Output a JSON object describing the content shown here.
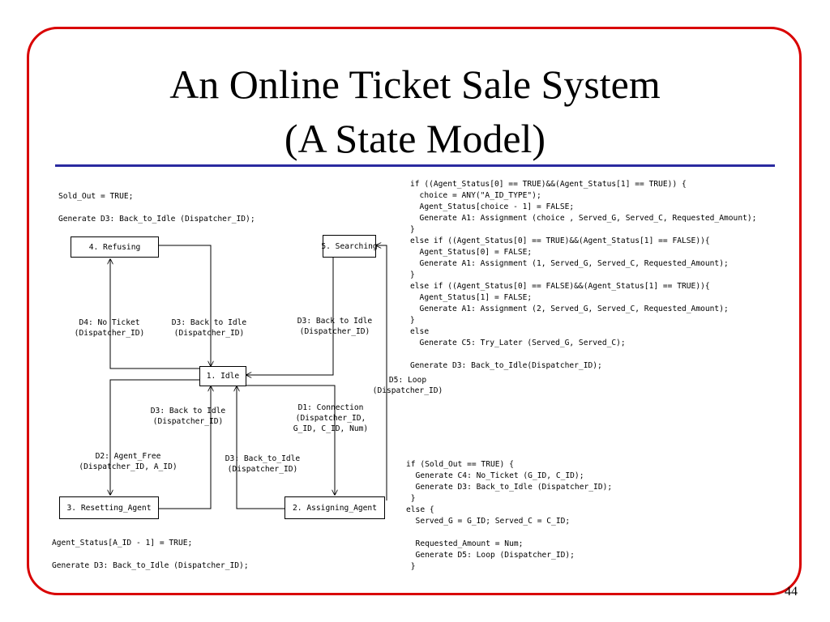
{
  "slide": {
    "title_line1": "An Online Ticket Sale System",
    "title_line2": "(A State Model)",
    "page_number": "44"
  },
  "states": {
    "refusing": "4. Refusing",
    "searching": "5. Searching",
    "idle": "1. Idle",
    "resetting_agent": "3. Resetting_Agent",
    "assigning_agent": "2. Assigning_Agent"
  },
  "transitions": {
    "d4_no_ticket": "D4: No Ticket\n(Dispatcher_ID)",
    "d3_refusing_to_idle": "D3: Back to Idle\n(Dispatcher_ID)",
    "d3_searching_to_idle": "D3: Back to Idle\n(Dispatcher_ID)",
    "d5_loop": "D5: Loop\n(Dispatcher_ID)",
    "d3_resetting_to_idle": "D3: Back to Idle\n(Dispatcher_ID)",
    "d1_connection": "D1: Connection\n(Dispatcher_ID,\nG_ID, C_ID, Num)",
    "d2_agent_free": "D2: Agent_Free\n(Dispatcher_ID, A_ID)",
    "d3_assigning_to_idle": "D3: Back_to_Idle\n(Dispatcher_ID)"
  },
  "code": {
    "refusing_actions": "Sold_Out = TRUE;\n\nGenerate D3: Back_to_Idle (Dispatcher_ID);",
    "searching_actions": "if ((Agent_Status[0] == TRUE)&&(Agent_Status[1] == TRUE)) {\n  choice = ANY(\"A_ID_TYPE\");\n  Agent_Status[choice - 1] = FALSE;\n  Generate A1: Assignment (choice , Served_G, Served_C, Requested_Amount);\n}\nelse if ((Agent_Status[0] == TRUE)&&(Agent_Status[1] == FALSE)){\n  Agent_Status[0] = FALSE;\n  Generate A1: Assignment (1, Served_G, Served_C, Requested_Amount);\n}\nelse if ((Agent_Status[0] == FALSE)&&(Agent_Status[1] == TRUE)){\n  Agent_Status[1] = FALSE;\n  Generate A1: Assignment (2, Served_G, Served_C, Requested_Amount);\n}\nelse\n  Generate C5: Try_Later (Served_G, Served_C);\n\nGenerate D3: Back_to_Idle(Dispatcher_ID);",
    "assigning_actions": "if (Sold_Out == TRUE) {\n  Generate C4: No_Ticket (G_ID, C_ID);\n  Generate D3: Back_to_Idle (Dispatcher_ID);\n }\nelse {\n  Served_G = G_ID; Served_C = C_ID;\n\n  Requested_Amount = Num;\n  Generate D5: Loop (Dispatcher_ID);\n }",
    "resetting_actions": "Agent_Status[A_ID - 1] = TRUE;\n\nGenerate D3: Back_to_Idle (Dispatcher_ID);"
  }
}
